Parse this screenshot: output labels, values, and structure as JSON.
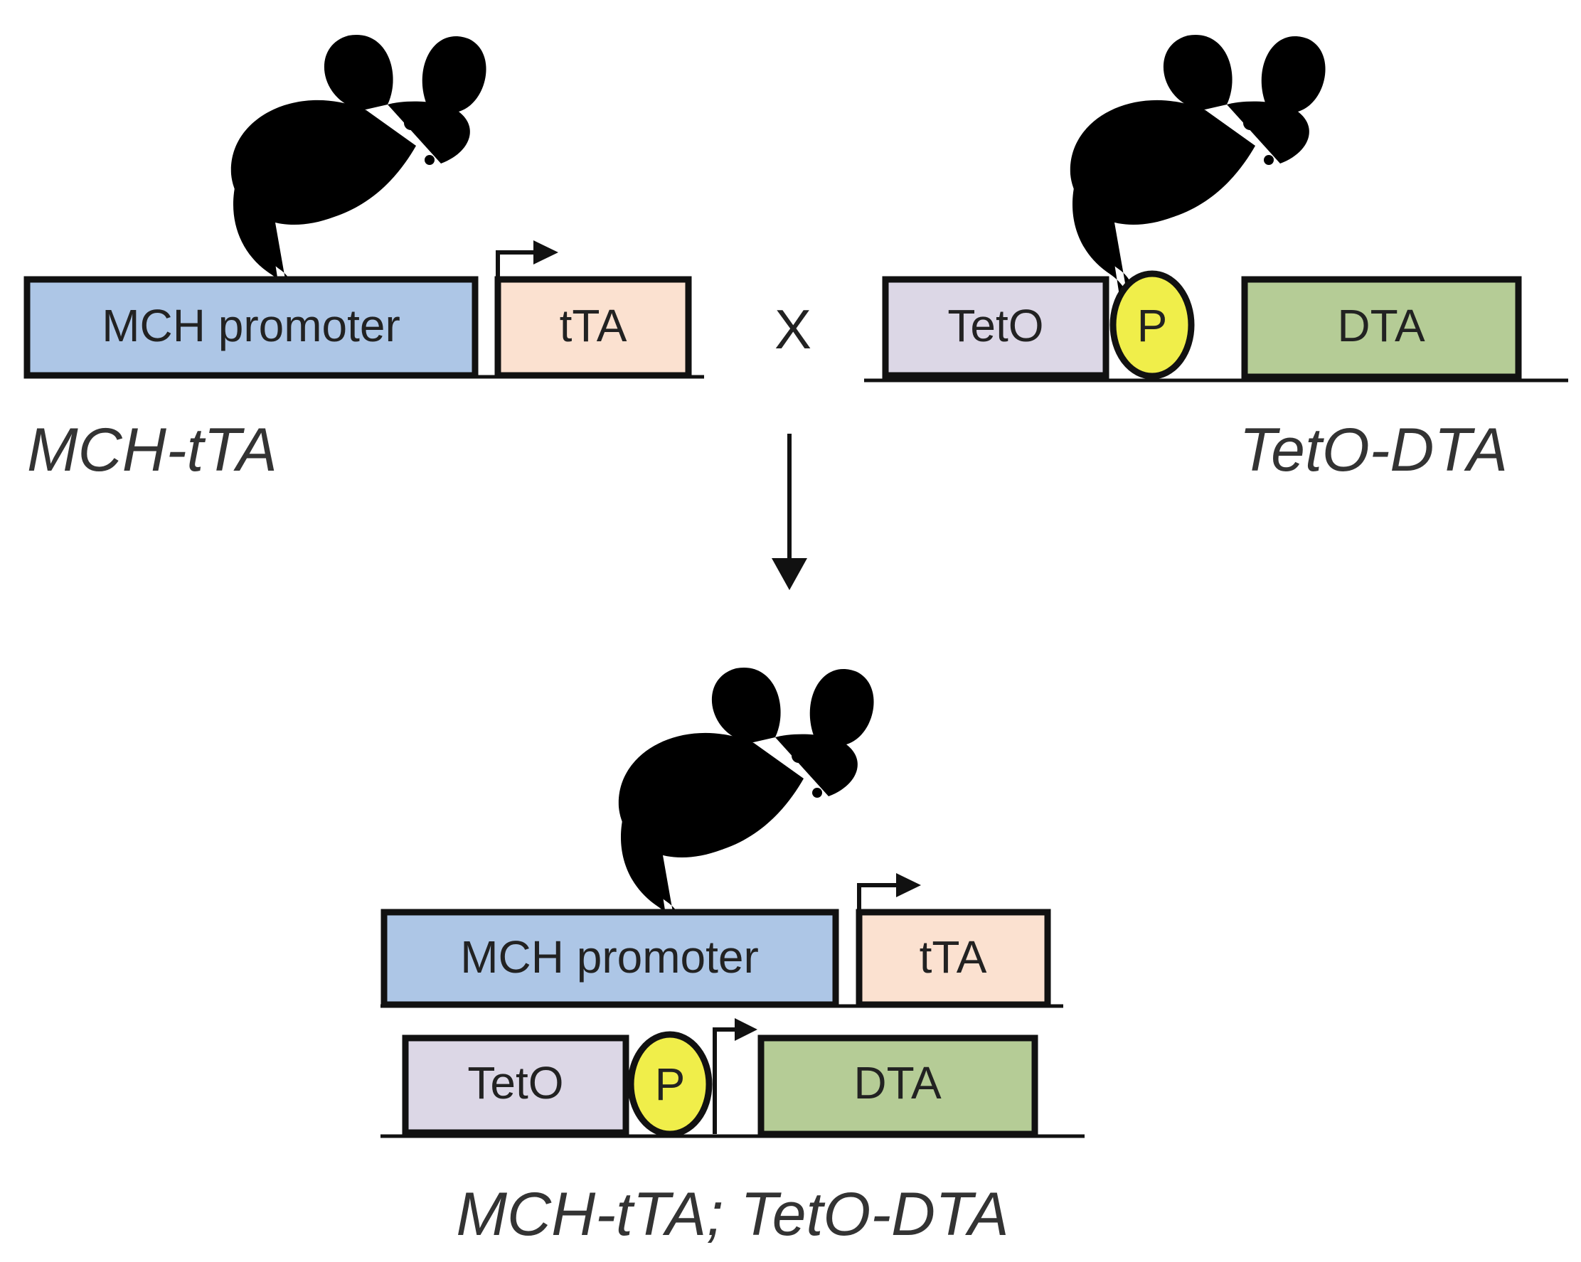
{
  "cross_symbol": "X",
  "parent_left": {
    "genotype": "MCH-tTA",
    "promoter_label": "MCH promoter",
    "gene_label": "tTA",
    "colors": {
      "promoter": "#adc6e6",
      "gene": "#fbe1d0"
    }
  },
  "parent_right": {
    "genotype": "TetO-DTA",
    "operator_label": "TetO",
    "p_label": "P",
    "gene_label": "DTA",
    "colors": {
      "operator": "#dcd7e6",
      "p_circle": "#f0ee4a",
      "gene": "#b5cc96"
    }
  },
  "offspring": {
    "genotype": "MCH-tTA; TetO-DTA",
    "promoter_label": "MCH promoter",
    "tta_label": "tTA",
    "operator_label": "TetO",
    "p_label": "P",
    "gene_label": "DTA"
  },
  "icons": [
    "mouse-icon",
    "transcription-arrow-icon",
    "down-arrow-icon"
  ]
}
